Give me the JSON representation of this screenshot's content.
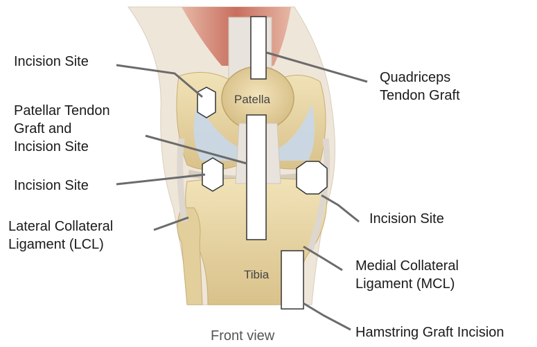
{
  "figure": {
    "caption": "Front view",
    "structures": {
      "patella": "Patella",
      "tibia": "Tibia"
    }
  },
  "labels": {
    "incision_site_upper_left": [
      "Incision Site"
    ],
    "patellar_tendon_graft": [
      "Patellar Tendon",
      "Graft and",
      "Incision Site"
    ],
    "incision_site_mid_left": [
      "Incision Site"
    ],
    "lateral_collateral_ligament": [
      "Lateral Collateral",
      "Ligament (LCL)"
    ],
    "quadriceps_tendon_graft": [
      "Quadriceps",
      "Tendon Graft"
    ],
    "incision_site_right": [
      "Incision Site"
    ],
    "medial_collateral_ligament": [
      "Medial Collateral",
      "Ligament (MCL)"
    ],
    "hamstring_graft_incision": [
      "Hamstring Graft Incision"
    ]
  },
  "colors": {
    "bone": "#e9d7a6",
    "cartilage": "#c8d8ea",
    "muscle": "#c86e5e",
    "leader_line": "#6b6b6b",
    "marker_fill": "#ffffff",
    "marker_stroke": "#333333"
  }
}
